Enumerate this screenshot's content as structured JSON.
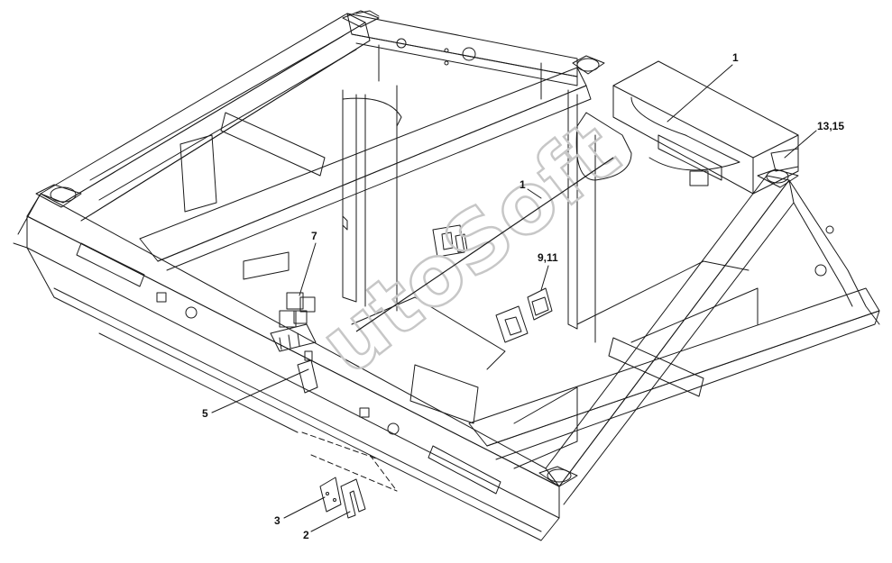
{
  "diagram": {
    "watermark": "utoSoft",
    "callouts": [
      {
        "id": "c1a",
        "label": "1"
      },
      {
        "id": "c1b",
        "label": "1"
      },
      {
        "id": "c1315",
        "label": "13,15"
      },
      {
        "id": "c7",
        "label": "7"
      },
      {
        "id": "c911",
        "label": "9,11"
      },
      {
        "id": "c5",
        "label": "5"
      },
      {
        "id": "c3",
        "label": "3"
      },
      {
        "id": "c2",
        "label": "2"
      }
    ]
  },
  "colors": {
    "line": "#1a1a1a",
    "background": "#ffffff",
    "watermark": "#c7c7c7"
  }
}
